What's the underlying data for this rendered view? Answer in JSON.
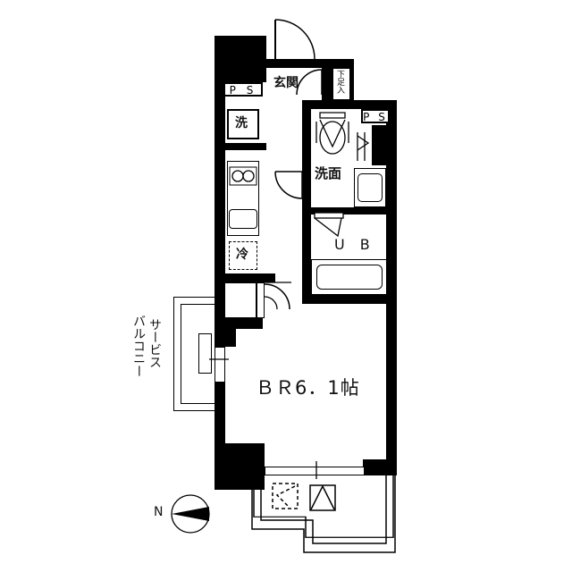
{
  "floorplan": {
    "rooms": {
      "entrance": "玄関",
      "shoe_box": "下足入",
      "ps_left": "P S",
      "ps_right": "P S",
      "washer": "洗",
      "washroom": "洗面",
      "unit_bath": "U B",
      "refrigerator": "冷",
      "bedroom": "ＢＲ6．1帖",
      "service_balcony": [
        "サービス",
        "バルコニー"
      ]
    },
    "compass": {
      "label": "N",
      "direction": "west"
    },
    "colors": {
      "wall": "#000000",
      "background": "#ffffff",
      "line": "#000000"
    }
  }
}
